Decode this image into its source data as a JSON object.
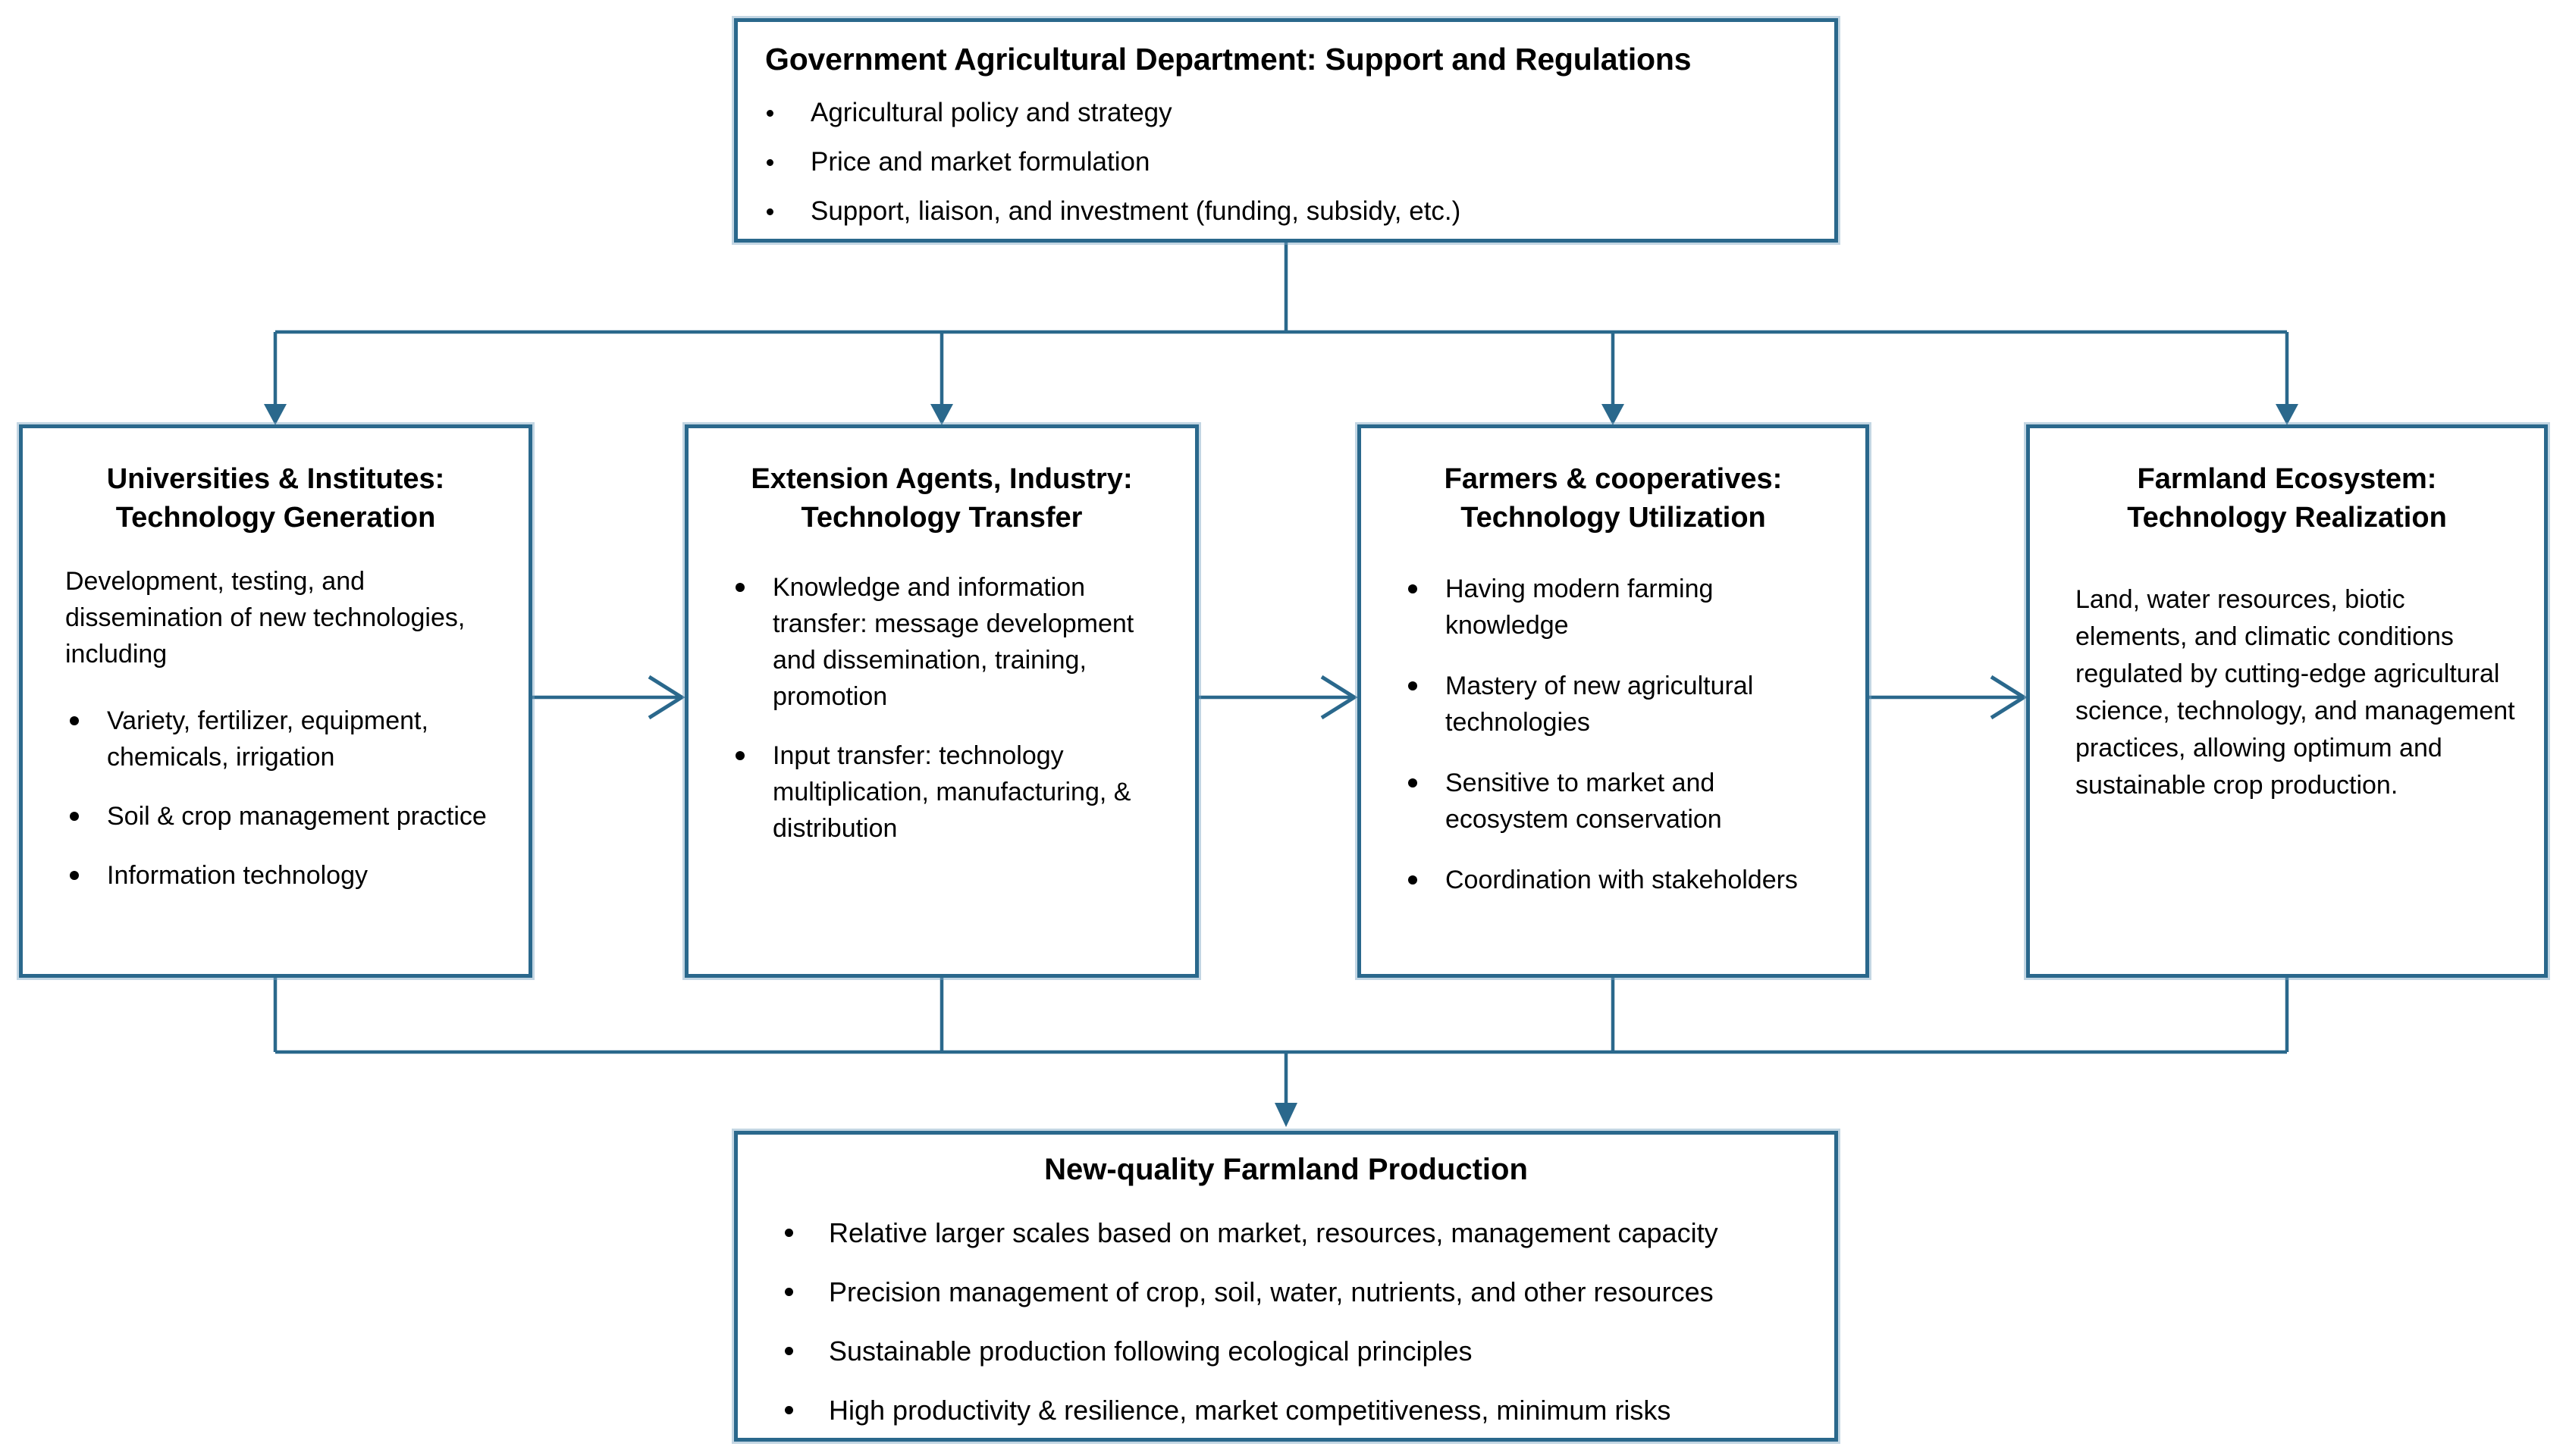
{
  "colors": {
    "line": "#2a688c",
    "text": "#000000",
    "background": "#ffffff"
  },
  "top_box": {
    "title": "Government Agricultural Department: Support and Regulations",
    "bullets": [
      "Agricultural policy and strategy",
      "Price and market formulation",
      "Support, liaison, and investment (funding, subsidy, etc.)"
    ]
  },
  "middle_boxes": [
    {
      "title_line1": "Universities & Institutes:",
      "title_line2": "Technology Generation",
      "intro": "Development, testing, and dissemination of new technologies, including",
      "bullets": [
        "Variety, fertilizer, equipment, chemicals, irrigation",
        "Soil & crop management practice",
        "Information technology"
      ]
    },
    {
      "title_line1": "Extension Agents, Industry:",
      "title_line2": "Technology Transfer",
      "bullets": [
        "Knowledge and information transfer: message development and dissemination, training, promotion",
        "Input transfer: technology multiplication, manufacturing, & distribution"
      ]
    },
    {
      "title_line1": "Farmers & cooperatives:",
      "title_line2": "Technology Utilization",
      "bullets": [
        "Having modern farming knowledge",
        "Mastery of new agricultural technologies",
        "Sensitive to market and ecosystem conservation",
        "Coordination with stakeholders"
      ]
    },
    {
      "title_line1": "Farmland Ecosystem:",
      "title_line2": "Technology Realization",
      "paragraph": "Land, water resources, biotic elements, and climatic conditions regulated by cutting-edge agricultural science, technology, and management practices, allowing optimum and sustainable crop production."
    }
  ],
  "bottom_box": {
    "title": "New-quality Farmland Production",
    "bullets": [
      "Relative larger scales based on market, resources, management capacity",
      "Precision management of crop, soil, water, nutrients, and other resources",
      "Sustainable production following ecological principles",
      "High productivity & resilience, market competitiveness, minimum risks"
    ]
  }
}
